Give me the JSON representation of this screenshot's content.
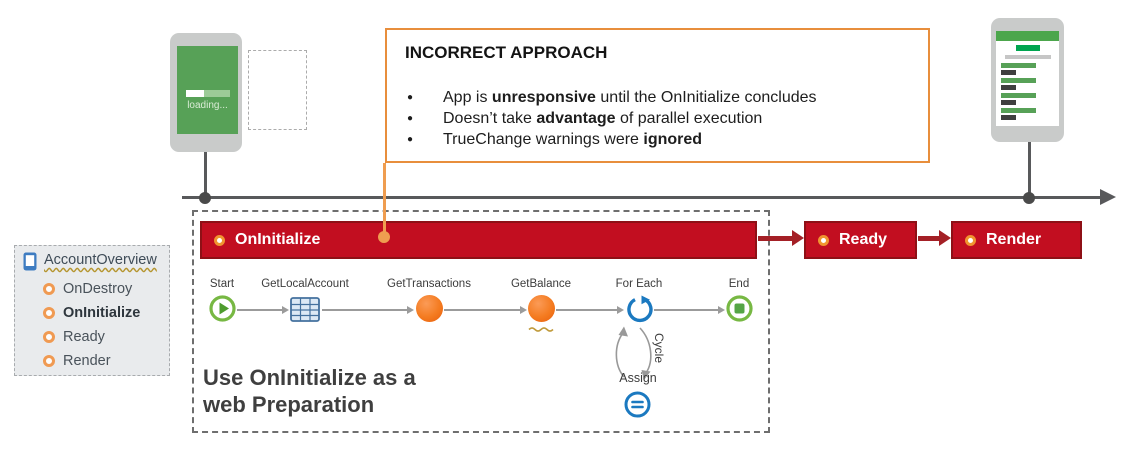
{
  "colors": {
    "bar_red": "#C20E20",
    "bar_border_red": "#8E1016",
    "arrow_red": "#A42026",
    "callout_orange": "#E88E3C",
    "connector_orange": "#EF9D50",
    "timeline_gray": "#58595B",
    "screen_green": "#57A157",
    "node_orange": "#F47B20",
    "node_blue": "#1B79C0",
    "warning_squiggle": "#C09A3B"
  },
  "callout": {
    "title": "INCORRECT APPROACH",
    "bullets": [
      {
        "pre": "App is ",
        "bold": "unresponsive",
        "post": " until the OnInitialize concludes"
      },
      {
        "pre": "Doesn’t take ",
        "bold": "advantage",
        "post": " of parallel execution"
      },
      {
        "pre": "TrueChange warnings were ",
        "bold": "ignored",
        "post": ""
      }
    ]
  },
  "left_phone": {
    "loading_text": "loading..."
  },
  "timeline": {
    "bars": [
      {
        "label": "OnInitialize"
      },
      {
        "label": "Ready"
      },
      {
        "label": "Render"
      }
    ]
  },
  "flow": {
    "nodes": [
      {
        "label": "Start"
      },
      {
        "label": "GetLocalAccount"
      },
      {
        "label": "GetTransactions"
      },
      {
        "label": "GetBalance"
      },
      {
        "label": "For Each"
      },
      {
        "label": "End"
      }
    ],
    "cycle_label": "Cycle",
    "assign_label": "Assign",
    "caption": "Use OnInitialize as a web Preparation"
  },
  "sidebar": {
    "title": "AccountOverview",
    "items": [
      {
        "label": "OnDestroy"
      },
      {
        "label": "OnInitialize"
      },
      {
        "label": "Ready"
      },
      {
        "label": "Render"
      }
    ]
  }
}
